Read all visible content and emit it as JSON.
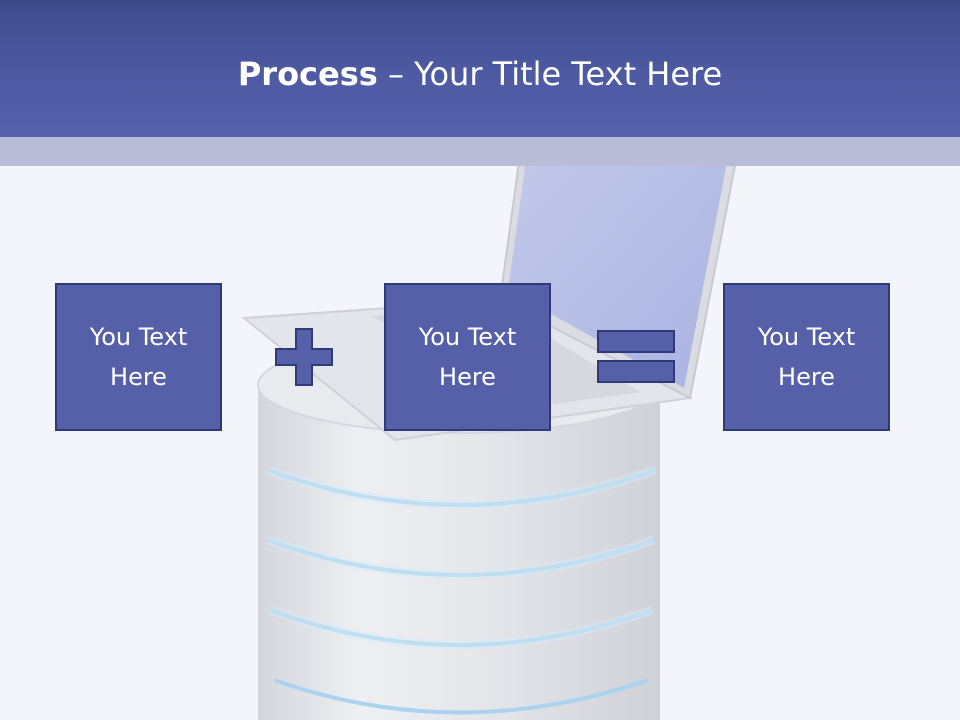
{
  "slide": {
    "title_bold": "Process",
    "title_rest": " – Your Title Text Here"
  },
  "boxes": [
    {
      "text": "You Text Here"
    },
    {
      "text": "You Text Here"
    },
    {
      "text": "You Text Here"
    }
  ],
  "operators": {
    "first": "plus-icon",
    "second": "equals-icon"
  },
  "colors": {
    "title_bar": "#4e5aa2",
    "title_strip": "#b9bcd6",
    "box_fill": "#5560a8",
    "box_border": "#2f3a78",
    "background": "#f4f5fa"
  },
  "illustration": [
    "database-server-icon",
    "laptop-icon"
  ]
}
